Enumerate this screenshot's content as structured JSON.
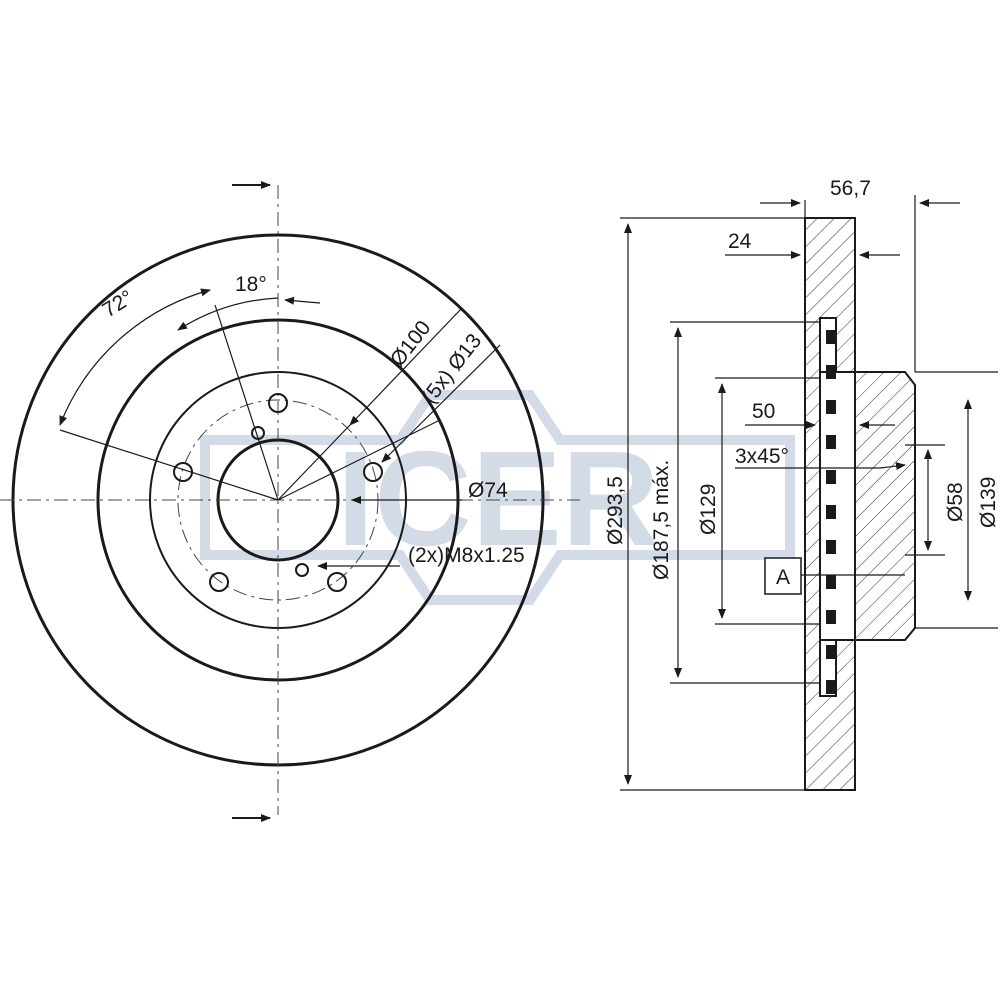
{
  "brand": {
    "logo_text": "ICER",
    "logo_color": "#d2dbe6"
  },
  "front_view": {
    "angle_72": "72°",
    "angle_18": "18°",
    "pcd": "Ø100",
    "holes": "(5x) Ø13",
    "center_bore": "Ø74",
    "threads": "(2x)M8x1.25"
  },
  "section_view": {
    "total_height": "56,7",
    "disc_thickness": "24",
    "hub_offset": "50",
    "chamfer": "3x45°",
    "outer_diameter": "Ø293,5",
    "friction_inner_diameter": "Ø187,5 máx.",
    "hub_diameter": "Ø129",
    "bore_diameter": "Ø58",
    "hub_outer_diameter": "Ø139",
    "datum": "A"
  }
}
